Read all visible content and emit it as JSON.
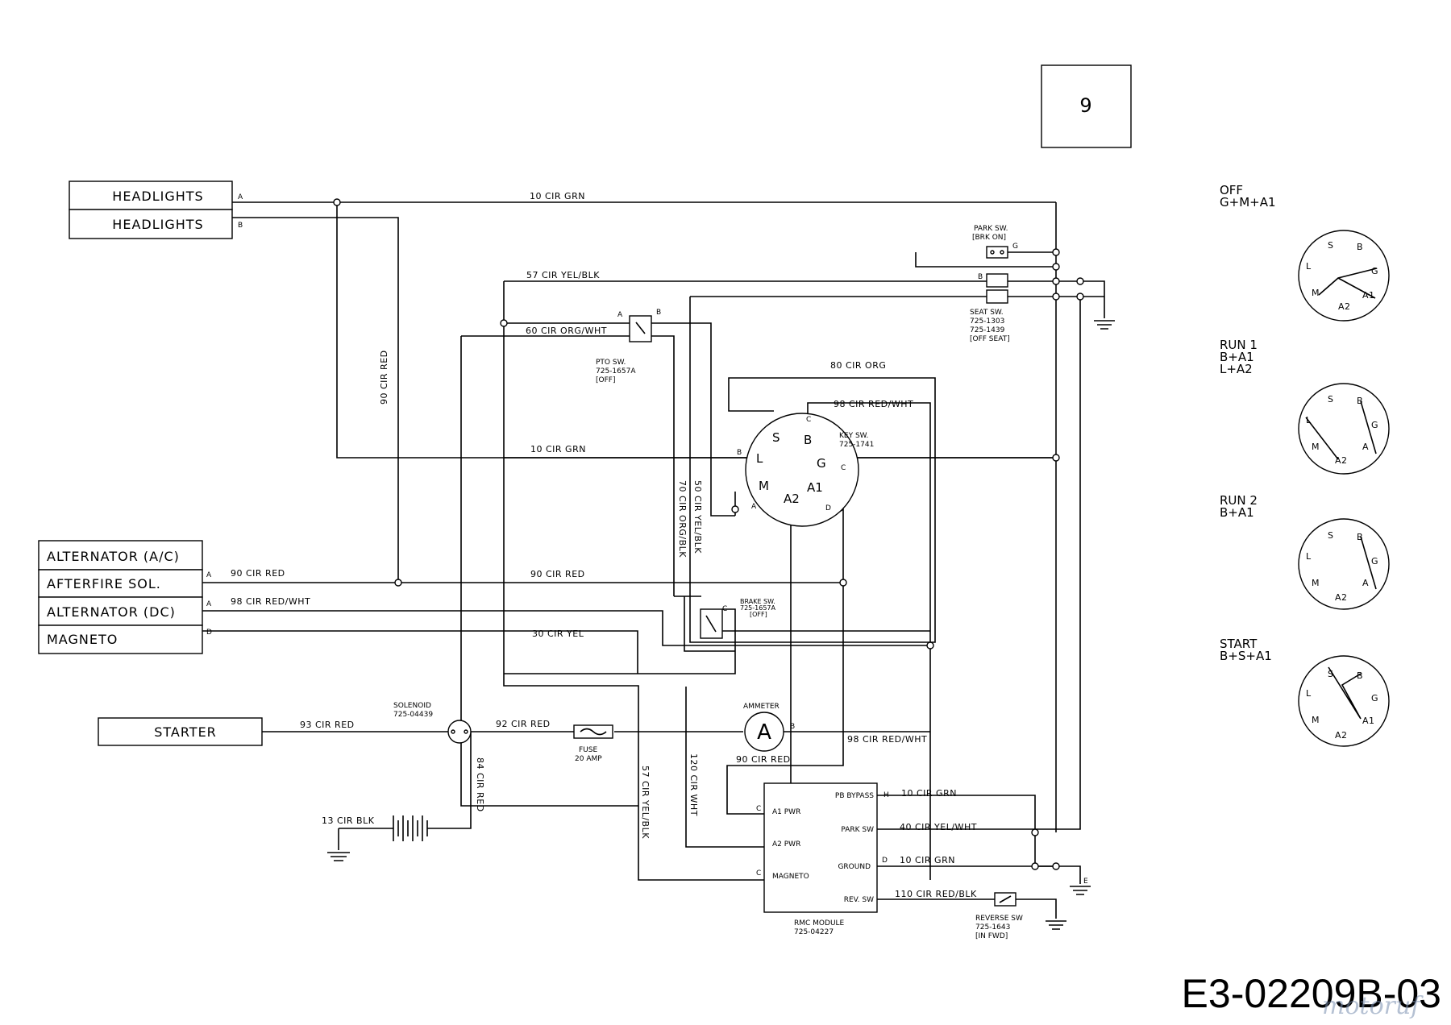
{
  "page_number": "9",
  "components": {
    "headlights_a": "HEADLIGHTS",
    "headlights_b": "HEADLIGHTS",
    "alternator_ac": "ALTERNATOR (A/C)",
    "afterfire": "AFTERFIRE SOL.",
    "alternator_dc": "ALTERNATOR (DC)",
    "magneto": "MAGNETO",
    "starter": "STARTER"
  },
  "terminals": {
    "a": "A",
    "b": "B",
    "c": "C",
    "d": "D",
    "e": "E",
    "g": "G",
    "h": "H"
  },
  "wires": {
    "w10_top": "10 CIR GRN",
    "w57": "57 CIR YEL/BLK",
    "w60": "60 CIR ORG/WHT",
    "w90_vert": "90 CIR RED",
    "w80": "80 CIR ORG",
    "w98_top": "98 CIR RED/WHT",
    "w10_mid": "10 CIR GRN",
    "w70_vert": "70 CIR ORG/BLK",
    "w50_vert": "50 CIR YEL/BLK",
    "w90_left": "90 CIR RED",
    "w90_mid": "90 CIR RED",
    "w98_left": "98 CIR RED/WHT",
    "w30": "30 CIR YEL",
    "w93": "93 CIR RED",
    "w92": "92 CIR RED",
    "w84": "84 CIR RED",
    "w13": "13 CIR BLK",
    "w57_vert": "57 CIR YEL/BLK",
    "w120": "120 CIR WHT",
    "w90_bot": "90 CIR RED",
    "w98_bot": "98 CIR RED/WHT",
    "w10_pb": "10 CIR GRN",
    "w40": "40 CIR YEL/WHT",
    "w10_gnd": "10 CIR GRN",
    "w110": "110 CIR RED/BLK"
  },
  "switches": {
    "park": [
      "PARK SW.",
      "[BRK ON]"
    ],
    "seat": [
      "SEAT SW.",
      "725-1303",
      "725-1439",
      "[OFF SEAT]"
    ],
    "pto": [
      "PTO SW.",
      "725-1657A",
      "[OFF]"
    ],
    "key": [
      "KEY SW.",
      "725-1741"
    ],
    "brake": [
      "BRAKE SW.",
      "725-1657A",
      "[OFF]"
    ],
    "reverse": [
      "REVERSE SW",
      "725-1643",
      "[IN FWD]"
    ]
  },
  "solenoid": [
    "SOLENOID",
    "725-04439"
  ],
  "fuse": [
    "FUSE",
    "20 AMP"
  ],
  "ammeter": {
    "label": "AMMETER",
    "symbol": "A"
  },
  "rmc": {
    "name": [
      "RMC MODULE",
      "725-04227"
    ],
    "pins_left": [
      "A1 PWR",
      "A2 PWR",
      "MAGNETO"
    ],
    "pins_right": [
      "PB BYPASS",
      "PARK SW",
      "GROUND",
      "REV. SW"
    ]
  },
  "key_terminals": {
    "s": "S",
    "b": "B",
    "l": "L",
    "g": "G",
    "m": "M",
    "a1": "A1",
    "a2": "A2"
  },
  "key_positions": [
    {
      "title": "OFF",
      "lines": [
        "G+M+A1"
      ]
    },
    {
      "title": "RUN 1",
      "lines": [
        "B+A1",
        "L+A2"
      ]
    },
    {
      "title": "RUN 2",
      "lines": [
        "B+A1"
      ]
    },
    {
      "title": "START",
      "lines": [
        "B+S+A1"
      ]
    }
  ],
  "dial_letters": {
    "s": "S",
    "b": "B",
    "l": "L",
    "g": "G",
    "m": "M",
    "a": "A",
    "a1": "A1",
    "a2": "A2"
  },
  "part_code": "E3-02209B-03",
  "watermark": "motoruf"
}
